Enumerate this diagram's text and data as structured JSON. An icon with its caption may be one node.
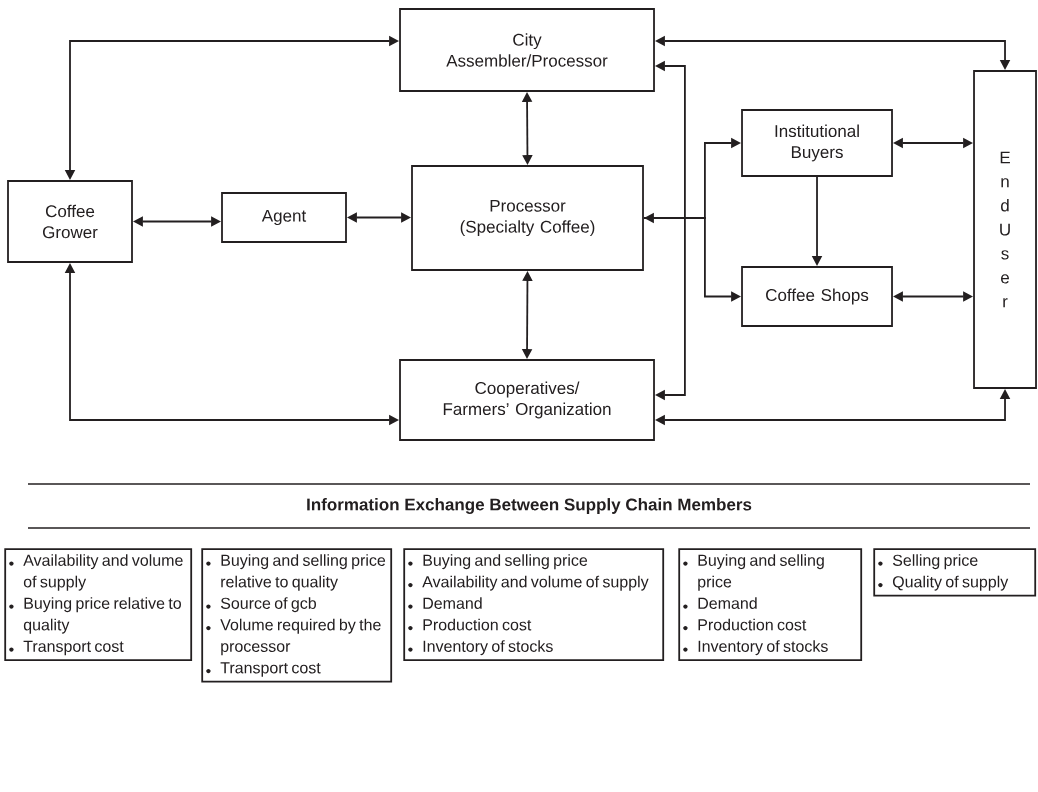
{
  "diagram": {
    "nodes": [
      {
        "text": [
          "City Assembler/Processor"
        ]
      },
      {
        "text": [
          "Coffee Grower"
        ]
      },
      {
        "text": [
          "Agent"
        ]
      },
      {
        "text": [
          "Processor (Specialty Coffee)"
        ]
      },
      {
        "text": [
          "Institutional Buyers"
        ]
      },
      {
        "text": [
          "Coffee Shops"
        ]
      },
      {
        "text": [
          "End User"
        ]
      },
      {
        "text": [
          "Cooperatives/ Farmers’ Organization"
        ]
      },
      {
        "text": [
          "Availability and volume of supply",
          "Buying price relative to quality",
          "Transport cost"
        ]
      },
      {
        "text": [
          "Buying and selling price relative to quality",
          "Source of gcb",
          "Volume required by the processor",
          "Transport cost"
        ]
      },
      {
        "text": [
          "Buying and selling price",
          "Availability and volume of supply",
          "Demand",
          "Production cost",
          "Inventory of stocks"
        ]
      },
      {
        "text": [
          "Buying and selling price",
          "Demand",
          "Production cost",
          "Inventory of stocks"
        ]
      },
      {
        "text": [
          "Selling price",
          "Quality of supply"
        ]
      }
    ],
    "edges": [
      {
        "from": 1,
        "to": 0,
        "arrow": "both"
      },
      {
        "from": 1,
        "to": 2,
        "arrow": "both"
      },
      {
        "from": 2,
        "to": 3,
        "arrow": "both"
      },
      {
        "from": 0,
        "to": 3,
        "arrow": "both"
      },
      {
        "from": 3,
        "to": 7,
        "arrow": "both"
      },
      {
        "from": 1,
        "to": 7,
        "arrow": "both"
      },
      {
        "from": 0,
        "to": 6,
        "arrow": "both"
      },
      {
        "from": 7,
        "to": 6,
        "arrow": "both"
      },
      {
        "from": 4,
        "to": 6,
        "arrow": "both"
      },
      {
        "from": 5,
        "to": 6,
        "arrow": "both"
      },
      {
        "from": 4,
        "to": 5,
        "arrow": "to"
      },
      {
        "from": 0,
        "to": 7,
        "arrow": "both"
      },
      {
        "from": 3,
        "to": 4,
        "arrow": "both"
      },
      {
        "from": 3,
        "to": 5,
        "arrow": "to"
      }
    ],
    "labels": [
      "Information Exchange Between Supply Chain Members"
    ]
  }
}
